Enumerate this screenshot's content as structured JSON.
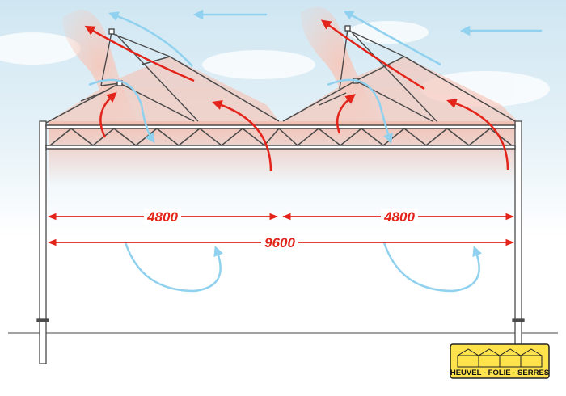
{
  "dimensions": {
    "left_span": "4800",
    "right_span": "4800",
    "total_span": "9600"
  },
  "logo": {
    "text": "HEUVEL - FOLIE - SERRES"
  },
  "colors": {
    "dimension_red": "#e3241b",
    "warm_air": "#f3b9aa",
    "cool_air": "#8fd1ef",
    "frame": "#4a4a4a",
    "logo_yellow": "#ffe34d"
  }
}
